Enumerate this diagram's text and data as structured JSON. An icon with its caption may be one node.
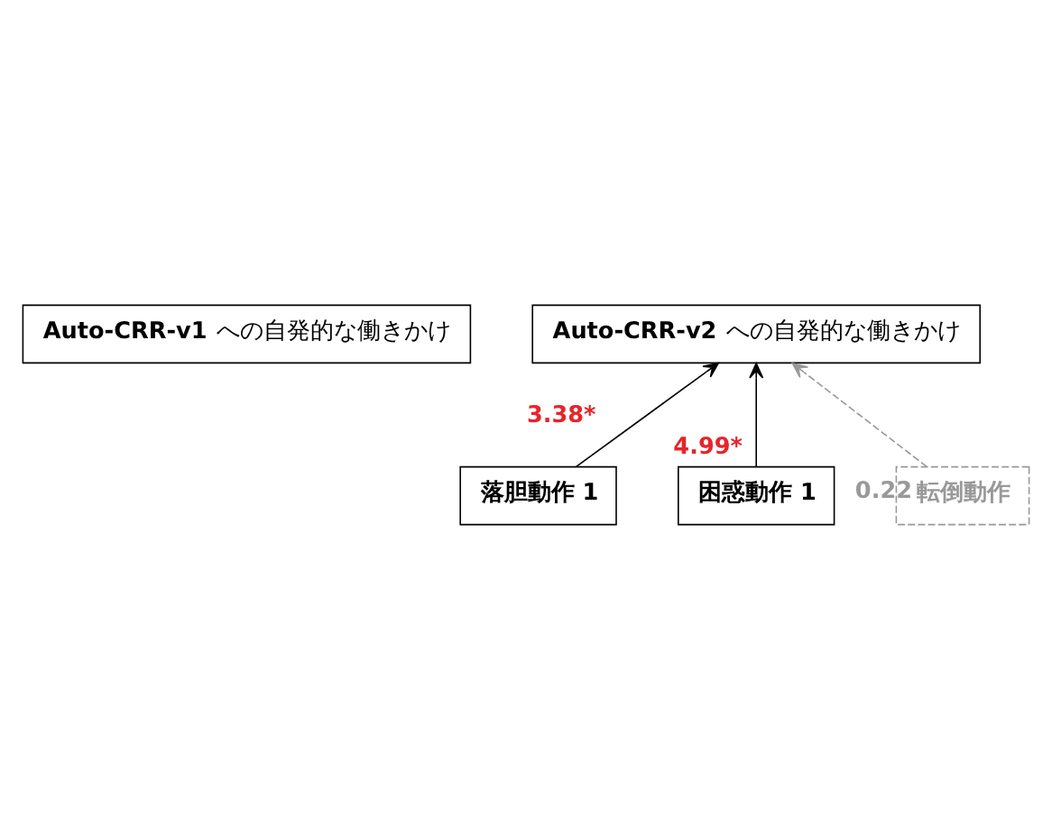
{
  "diagram": {
    "nodes": [
      {
        "text": [
          "**Auto-CRR-v1** への自発的な働きかけ"
        ]
      },
      {
        "text": [
          "**Auto-CRR-v2** への自発的な働きかけ"
        ]
      },
      {
        "text": [
          "落胆動作 1"
        ]
      },
      {
        "text": [
          "困惑動作 1"
        ]
      },
      {
        "text": [
          "転倒動作"
        ]
      }
    ],
    "edges": [
      {
        "from": 2,
        "to": 1,
        "arrow": "to",
        "label": "3.38*"
      },
      {
        "from": 3,
        "to": 1,
        "arrow": "to",
        "label": "4.99*"
      },
      {
        "from": 4,
        "to": 1,
        "arrow": "to",
        "label": "0.22",
        "style": "dashed",
        "color": "#999999"
      }
    ]
  }
}
